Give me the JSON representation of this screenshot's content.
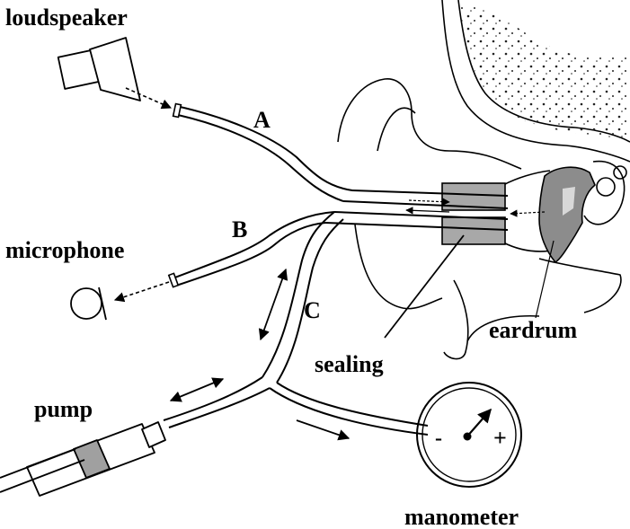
{
  "labels": {
    "loudspeaker": "loudspeaker",
    "microphone": "microphone",
    "pump": "pump",
    "manometer": "manometer",
    "eardrum": "eardrum",
    "sealing": "sealing",
    "tube_a": "A",
    "tube_b": "B",
    "tube_c": "C",
    "gauge_minus": "-",
    "gauge_plus": "+"
  },
  "colors": {
    "ink": "#000000",
    "sealing_fill": "#a8a8a8",
    "plunger_fill": "#a0a0a0",
    "eardrum_fill": "#8c8c8c"
  }
}
